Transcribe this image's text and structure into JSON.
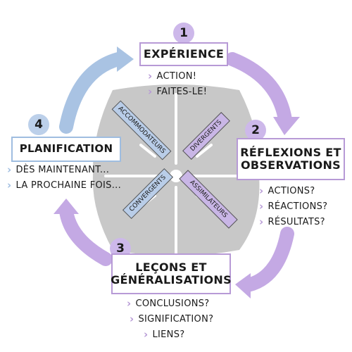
{
  "colors": {
    "purple_arrow": "#c4a9e4",
    "purple_border": "#b79ad6",
    "blue_arrow": "#a9c3e3",
    "blue_border": "#9fbde0",
    "gray_center": "#c8c8c8",
    "style_purple": "#c9b6e6",
    "style_blue": "#b9cde8",
    "badge_purple": "#cdb8ea",
    "badge_blue": "#bcd0ea"
  },
  "stages": [
    {
      "number": "1",
      "title_lines": [
        "EXPÉRIENCE"
      ],
      "items": [
        "ACTION!",
        "FAITES-LE!"
      ]
    },
    {
      "number": "2",
      "title_lines": [
        "RÉFLEXIONS ET",
        "OBSERVATIONS"
      ],
      "items": [
        "ACTIONS?",
        "RÉACTIONS?",
        "RÉSULTATS?"
      ]
    },
    {
      "number": "3",
      "title_lines": [
        "LEÇONS ET",
        "GÉNÉRALISATIONS"
      ],
      "items": [
        "CONCLUSIONS?",
        "SIGNIFICATION?",
        "LIENS?"
      ]
    },
    {
      "number": "4",
      "title_lines": [
        "PLANIFICATION"
      ],
      "items": [
        "DÈS MAINTENANT...",
        "LA PROCHAINE FOIS..."
      ]
    }
  ],
  "learning_styles": [
    "ACCOMMODATEURS",
    "DIVERGENTS",
    "CONVERGENTS",
    "ASSIMILATEURS"
  ],
  "icons": {
    "arrow": "curved-arrow-icon",
    "bullet": "chevron-right-icon"
  }
}
